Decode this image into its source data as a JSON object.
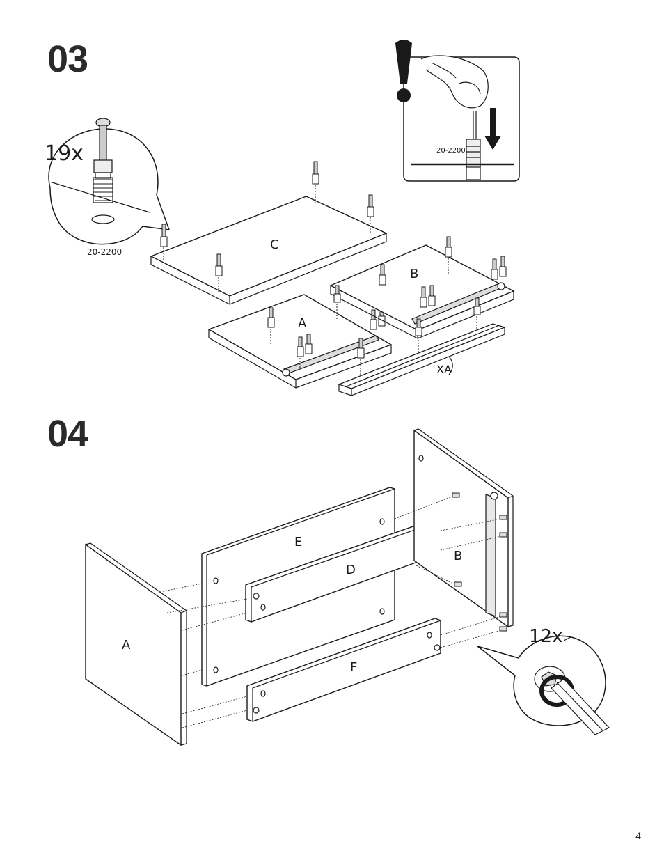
{
  "steps": [
    {
      "number": "03",
      "callouts": {
        "quantity": "19x",
        "part_code": "20-2200"
      },
      "warning": {
        "part_code": "20-2200"
      },
      "panels": {
        "c": "C",
        "a": "A",
        "b": "B",
        "xa": "XA"
      }
    },
    {
      "number": "04",
      "callouts": {
        "quantity": "12x"
      },
      "panels": {
        "a": "A",
        "e": "E",
        "d": "D",
        "f": "F",
        "b": "B"
      }
    }
  ],
  "page_number": "4",
  "colors": {
    "ink": "#1a1a1a",
    "background": "#ffffff"
  },
  "icons": [
    "exclamation-icon",
    "finger-icon",
    "arrow-down-icon",
    "dowel-icon",
    "cam-lock-icon",
    "screwdriver-icon"
  ]
}
